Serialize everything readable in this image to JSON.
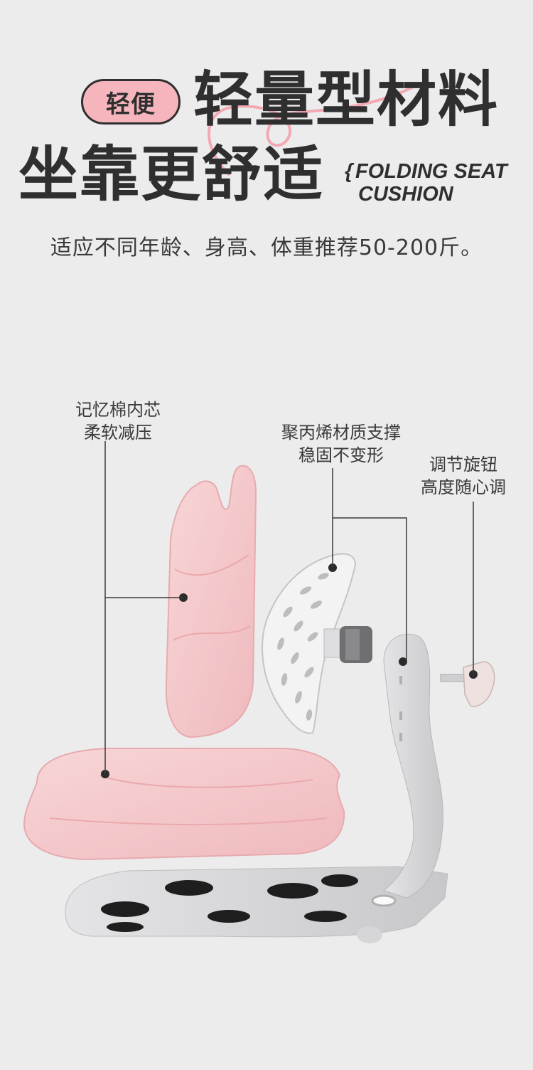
{
  "badge": {
    "label": "轻便"
  },
  "headline": {
    "line1": "轻量型材料",
    "line2": "坐靠更舒适"
  },
  "english": {
    "brace": "{",
    "line1": "FOLDING SEAT",
    "line2": "CUSHION"
  },
  "subtitle": "适应不同年龄、身高、体重推荐50-200斤。",
  "callouts": {
    "memory_foam": {
      "line1": "记忆棉内芯",
      "line2": "柔软减压"
    },
    "polypropylene": {
      "line1": "聚丙烯材质支撑",
      "line2": "稳固不变形"
    },
    "knob": {
      "line1": "调节旋钮",
      "line2": "高度随心调"
    }
  },
  "colors": {
    "background": "#ececec",
    "accent_pink": "#f6b5bd",
    "cushion_pink": "#f4c9cb",
    "frame_grey": "#d2d2d4",
    "text_dark": "#2f2f2f"
  }
}
